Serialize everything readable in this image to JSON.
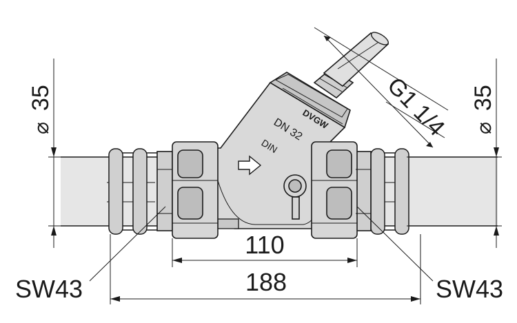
{
  "dimensions": {
    "left_diameter": "35",
    "right_diameter": "35",
    "thread": "G1 1/4",
    "inner_length": "110",
    "overall_length": "188",
    "wrench_left": "SW43",
    "wrench_right": "SW43"
  },
  "markings": {
    "dvgw": "DVGW",
    "dn": "DN 32",
    "din": "DIN"
  },
  "colors": {
    "body_fill": "#d9d9d9",
    "nut_fill": "#cfcfcf",
    "pipe_fill": "#e4e4e4",
    "line": "#1a1a1a"
  },
  "symbols": {
    "diameter": "⌀",
    "flow": "arrow-right"
  }
}
